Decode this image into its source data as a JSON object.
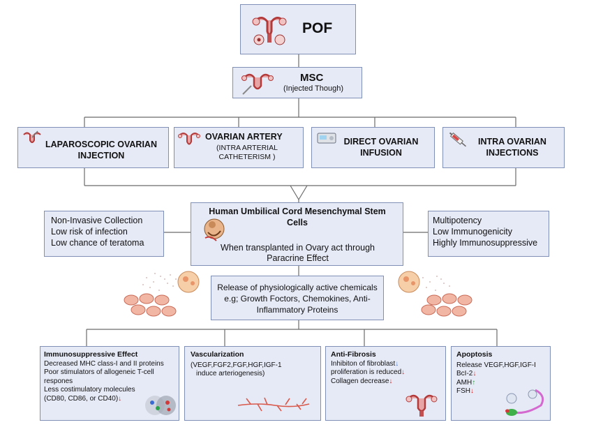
{
  "pof": {
    "title": "POF"
  },
  "msc": {
    "title": "MSC",
    "subtitle": "(Injected Though)"
  },
  "routes": [
    {
      "title": "LAPAROSCOPIC OVARIAN INJECTION"
    },
    {
      "title": "OVARIAN ARTERY",
      "subtitle": "(INTRA ARTERIAL CATHETERISM )"
    },
    {
      "title": "DIRECT OVARIAN INFUSION"
    },
    {
      "title": "INTRA OVARIAN INJECTIONS"
    }
  ],
  "left_features": [
    "Non-Invasive Collection",
    "Low risk of infection",
    "Low chance of teratoma"
  ],
  "right_features": [
    "Multipotency",
    "Low Immunogenicity",
    "Highly Immunosuppressive"
  ],
  "center": {
    "title": "Human Umbilical Cord Mesenchymal Stem Cells",
    "text": "When transplanted in Ovary act through Paracrine Effect"
  },
  "release": {
    "text": "Release of physiologically active chemicals e.g; Growth Foctors, Chemokines, Anti-Inflammatory Proteins"
  },
  "effects": {
    "immuno": {
      "title": "Immunosuppressive Effect",
      "lines": [
        "Decreased MHC class-I and II proteins",
        "Poor stimulators of allogeneic T-cell",
        "respones",
        "Less costimulatory molecules",
        "(CD80, CD86, or CD40)"
      ]
    },
    "vasc": {
      "title": "Vascularization",
      "lines": [
        "(VEGF,FGF2,FGF,HGF,IGF-1",
        "induce arteriogenesis)"
      ]
    },
    "fibro": {
      "title": "Anti-Fibrosis",
      "lines": [
        "Inhibiton of fibroblast",
        "proliferation is reduced",
        "Collagen decrease"
      ]
    },
    "apop": {
      "title": "Apoptosis",
      "lines": [
        "Release VEGF,HGF,IGF-I",
        "BcI-2",
        "AMH",
        "FSH"
      ]
    }
  },
  "icons": [
    "uterus-icon",
    "syringe-icon",
    "infusion-pump-icon",
    "baby-icon",
    "stem-cell-icon",
    "blood-vessel-icon",
    "cell-cluster-icon",
    "mitochondria-icon"
  ],
  "colors": {
    "box_fill": "#e6eaf6",
    "box_border": "#7f8fb6",
    "down_arrow": "#d12222",
    "up_arrow": "#2a9a3a"
  }
}
